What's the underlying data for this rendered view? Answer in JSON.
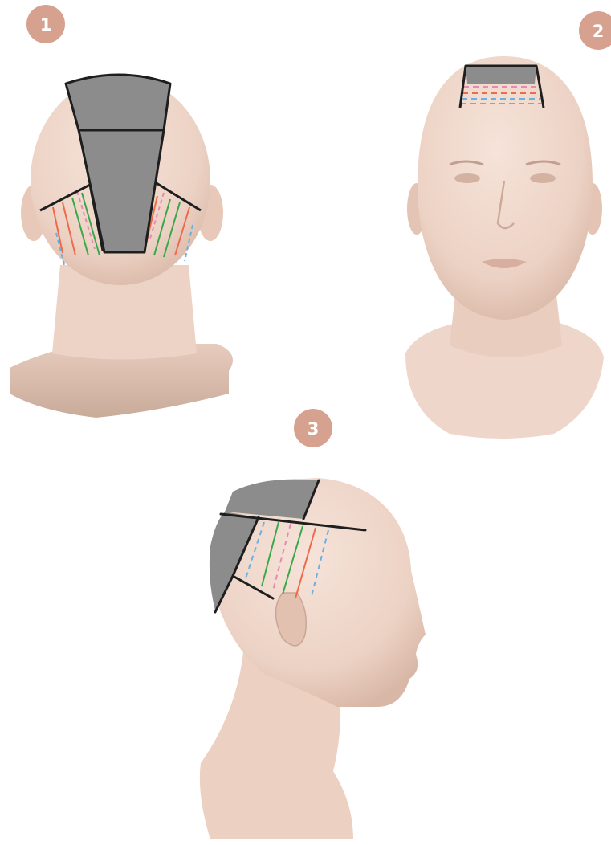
{
  "badges": {
    "one": "1",
    "two": "2",
    "three": "3"
  },
  "colors": {
    "badge": "#d6a18e",
    "badge_text": "#ffffff",
    "skin": "#efd6ca",
    "skin_shadow": "#d9b8a8",
    "section_fill": "#8c8c8c",
    "outline": "#1e1e1e",
    "guide_green": "#3aa84a",
    "guide_orange": "#ef6a4a",
    "guide_pink": "#e58ab3",
    "guide_blue": "#6ab0e0"
  }
}
